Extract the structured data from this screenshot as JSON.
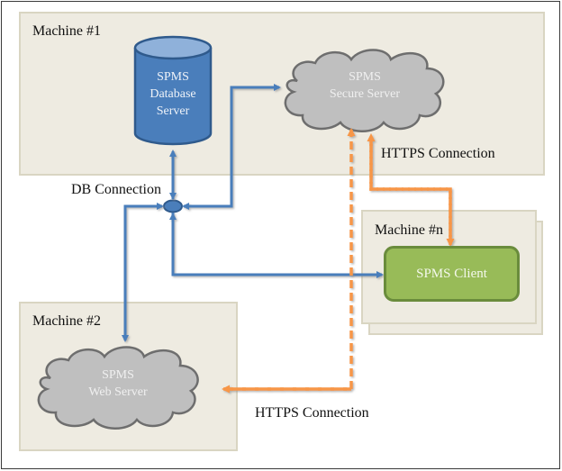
{
  "machines": {
    "machine1": {
      "label": "Machine #1"
    },
    "machine2": {
      "label": "Machine #2"
    },
    "machine_n": {
      "label": "Machine #n"
    }
  },
  "nodes": {
    "database": {
      "line1": "SPMS",
      "line2": "Database",
      "line3": "Server"
    },
    "secure_server": {
      "line1": "SPMS",
      "line2": "Secure Server"
    },
    "web_server": {
      "line1": "SPMS",
      "line2": "Web Server"
    },
    "client": {
      "label": "SPMS Client"
    }
  },
  "connections": {
    "db": {
      "label": "DB Connection"
    },
    "https_top": {
      "label": "HTTPS Connection"
    },
    "https_bottom": {
      "label": "HTTPS Connection"
    }
  },
  "colors": {
    "machine_fill": "#eeebe1",
    "machine_border": "#d9d5c2",
    "db_blue": "#4a7ebb",
    "db_border": "#2f5a8c",
    "cloud_fill": "#bfbfbf",
    "cloud_border": "#6e6e6e",
    "client_green": "#98bb58",
    "client_border": "#6a8c3c",
    "https_orange": "#f79646",
    "db_link_blue": "#4a7ebb"
  }
}
